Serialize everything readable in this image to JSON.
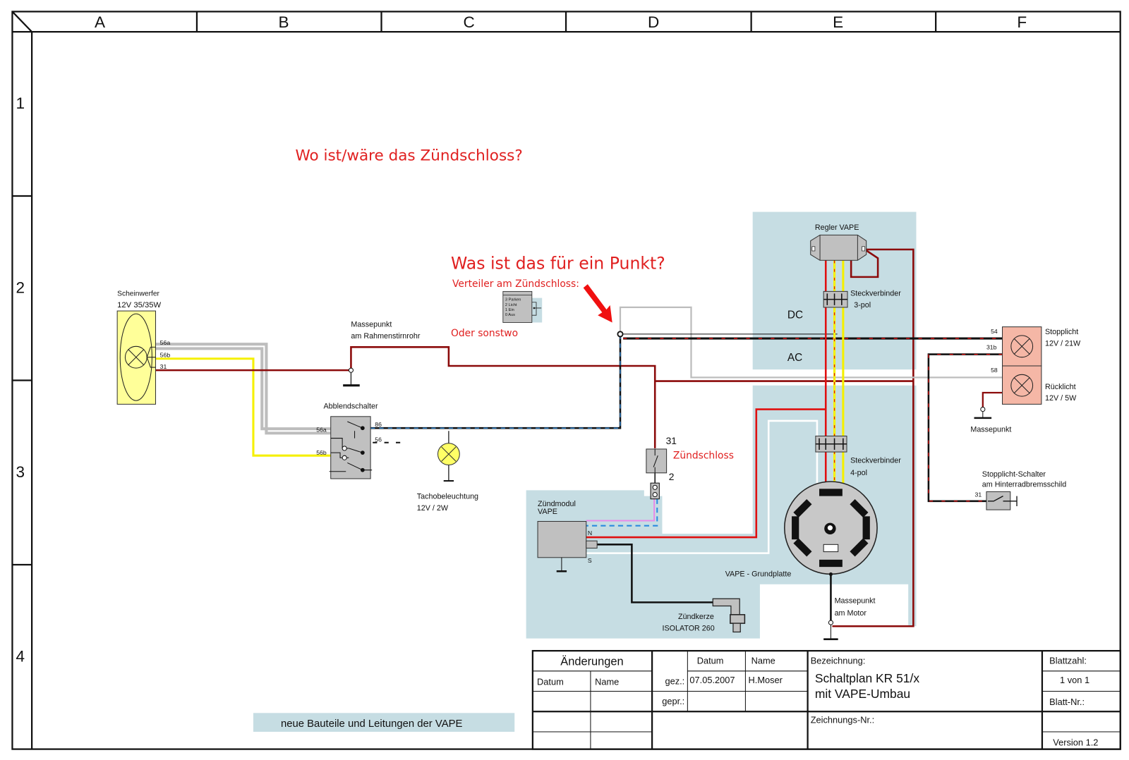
{
  "frame": {
    "columns": [
      "A",
      "B",
      "C",
      "D",
      "E",
      "F"
    ],
    "rows": [
      "1",
      "2",
      "3",
      "4"
    ]
  },
  "annotations": {
    "question_1": "Wo ist/wäre das Zündschloss?",
    "question_2": "Was ist das für ein Punkt?",
    "distributor": "Verteiler am Zündschloss:",
    "elsewhere": "Oder sonstwo",
    "ignition_lock": "Zündschloss"
  },
  "distributor_box": {
    "lines": [
      "3 Parken",
      "2 Licht",
      "1 Ein",
      "0 Aus"
    ]
  },
  "components": {
    "headlight": {
      "name": "Scheinwerfer",
      "spec": "12V 35/35W",
      "pins": [
        "56a",
        "56b",
        "31"
      ]
    },
    "ground_frame": {
      "line1": "Massepunkt",
      "line2": "am Rahmenstirnrohr"
    },
    "dimmer_switch": {
      "name": "Abblendschalter",
      "pins": [
        "56a",
        "56b",
        "86",
        "56"
      ]
    },
    "speedo_light": {
      "name": "Tachobeleuchtung",
      "spec": "12V / 2W"
    },
    "ignition_switch": {
      "pin_top": "31",
      "pin_bottom": "2"
    },
    "regulator": {
      "name": "Regler VAPE"
    },
    "connector_3": {
      "name": "Steckverbinder",
      "spec": "3-pol"
    },
    "connector_4": {
      "name": "Steckverbinder",
      "spec": "4-pol"
    },
    "dc_label": "DC",
    "ac_label": "AC",
    "ignition_module": {
      "line1": "Zündmodul",
      "line2": "VAPE",
      "pin_n": "N",
      "pin_s": "S"
    },
    "spark_plug": {
      "line1": "Zündkerze",
      "line2": "ISOLATOR 260"
    },
    "base_plate": {
      "name": "VAPE - Grundplatte"
    },
    "ground_motor": {
      "line1": "Massepunkt",
      "line2": "am Motor"
    },
    "stop_light": {
      "name": "Stopplicht",
      "spec": "12V / 21W",
      "pins": [
        "54",
        "31b"
      ]
    },
    "tail_light": {
      "name": "Rücklicht",
      "spec": "12V / 5W",
      "pin": "58"
    },
    "ground_rear": {
      "name": "Massepunkt"
    },
    "brake_switch": {
      "line1": "Stopplicht-Schalter",
      "line2": "am Hinterradbremsschild",
      "pin": "31"
    }
  },
  "legend": {
    "label": "neue Bauteile und Leitungen der VAPE",
    "color": "#c6dde3"
  },
  "title_block": {
    "changes": "Änderungen",
    "col_date": "Datum",
    "col_name": "Name",
    "drawn_label": "gez.:",
    "checked_label": "gepr.:",
    "drawn_date": "07.05.2007",
    "drawn_name": "H.Moser",
    "designation_label": "Bezeichnung:",
    "designation_line1": "Schaltplan KR 51/x",
    "designation_line2": "mit VAPE-Umbau",
    "drawing_no_label": "Zeichnungs-Nr.:",
    "sheet_count_label": "Blattzahl:",
    "sheet_count": "1 von 1",
    "sheet_no_label": "Blatt-Nr.:",
    "version": "Version 1.2"
  },
  "colors": {
    "vape_area": "#c6dde3",
    "wire_dark_red": "#8b0a0a",
    "wire_red": "#e01010",
    "wire_yellow": "#f5f000",
    "wire_grey": "#bdbdbd",
    "wire_pink": "#e88ae8",
    "wire_blue": "#2a8ae0",
    "annotation_red": "#e02020"
  }
}
